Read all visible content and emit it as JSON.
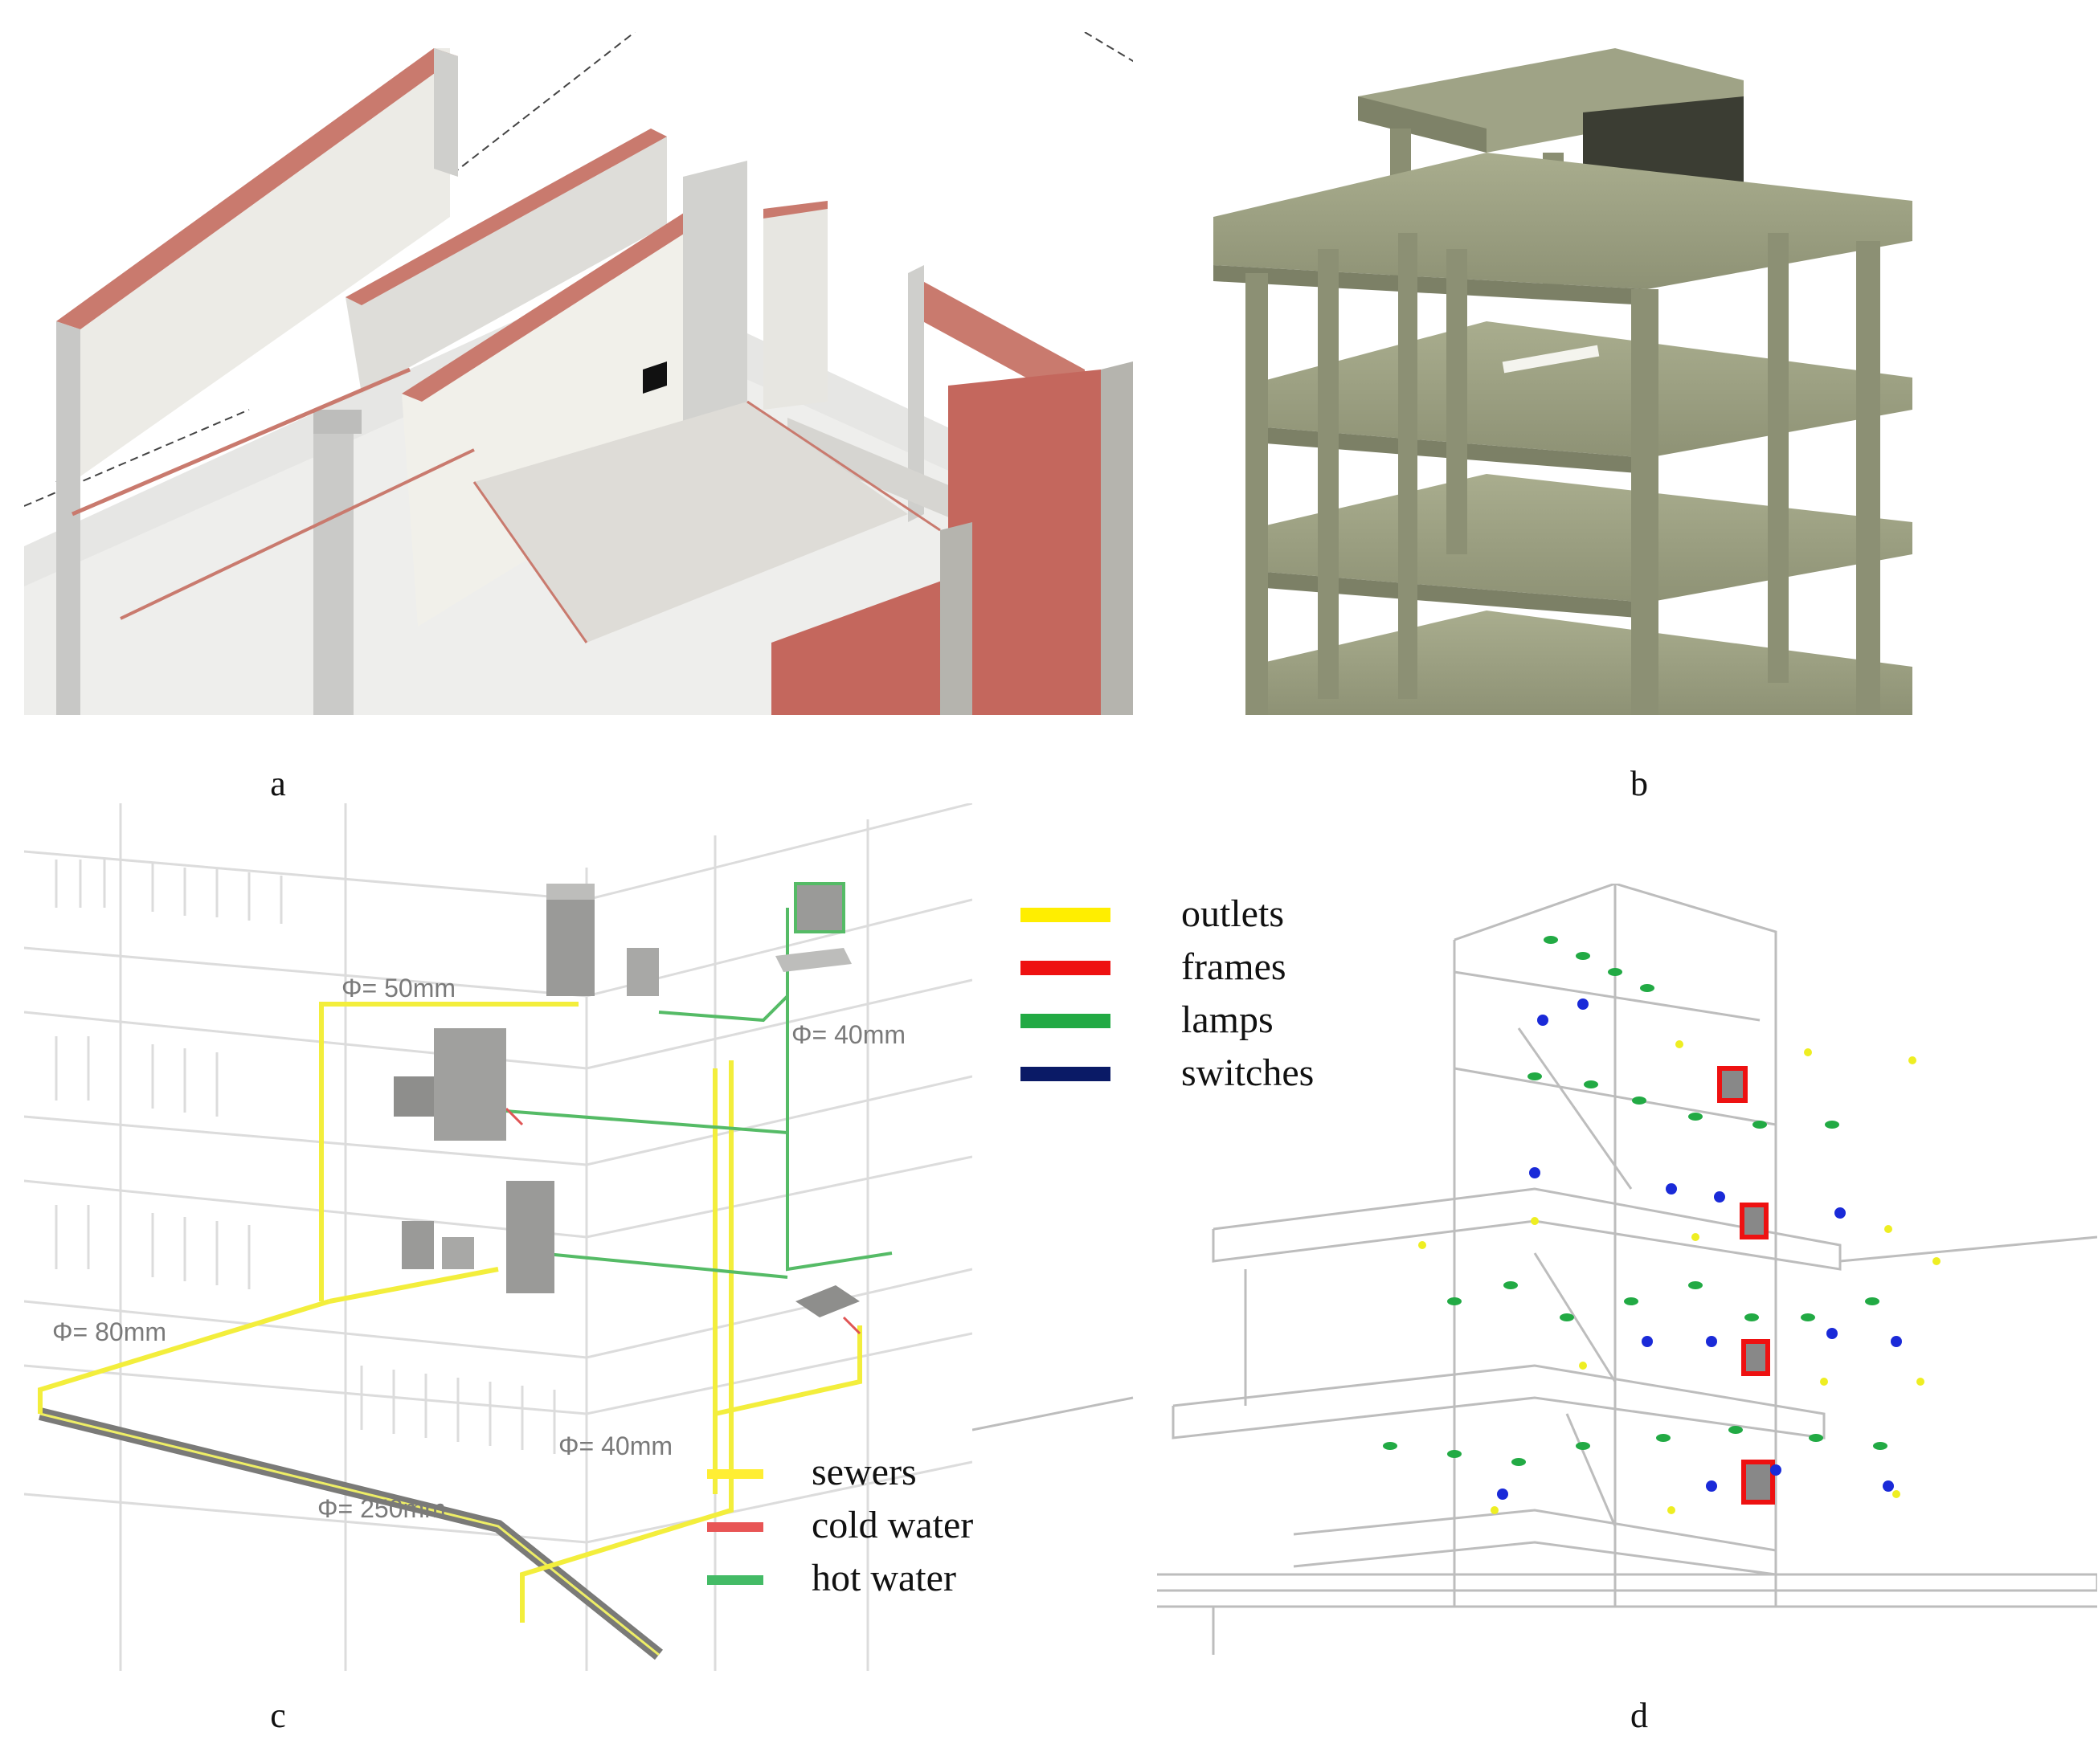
{
  "panels": {
    "a": {
      "label": "a"
    },
    "b": {
      "label": "b"
    },
    "c": {
      "label": "c"
    },
    "d": {
      "label": "d"
    }
  },
  "electrical_legend": [
    {
      "label": "outlets",
      "color": "#ffee00"
    },
    {
      "label": "frames",
      "color": "#ee1111"
    },
    {
      "label": "lamps",
      "color": "#22aa44"
    },
    {
      "label": "switches",
      "color": "#0a1a66"
    }
  ],
  "plumbing_legend": [
    {
      "label": "sewers",
      "color": "#ffee33"
    },
    {
      "label": "cold water",
      "color": "#e85555"
    },
    {
      "label": "hot water",
      "color": "#44bb66"
    }
  ],
  "pipe_diameters": {
    "d50": "Φ= 50mm",
    "d40a": "Φ= 40mm",
    "d80": "Φ= 80mm",
    "d40b": "Φ= 40mm",
    "d250": "Φ= 250mm"
  }
}
